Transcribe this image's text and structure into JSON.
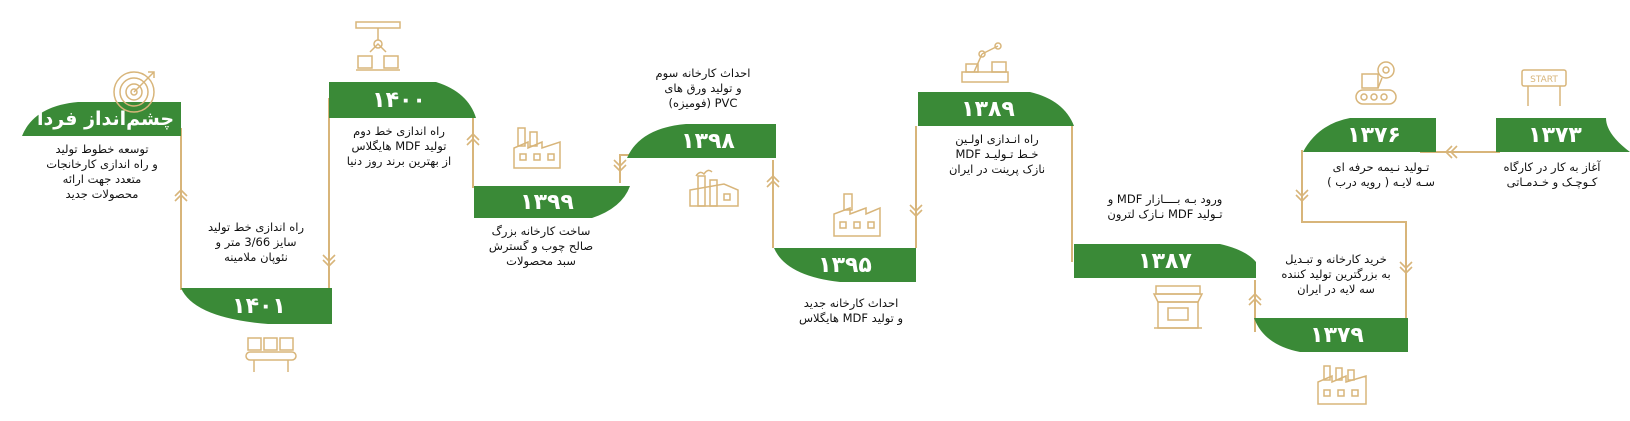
{
  "colors": {
    "green": "#3a8a37",
    "gold": "#d8b57a",
    "text": "#111111"
  },
  "vision": {
    "title": "چشم‌انداز فردا",
    "description": "توسعه خطوط تولید\nو راه اندازی کارخانجات\nمتعدد جهت ارائه\nمحصولات جدید",
    "icon": "target-icon"
  },
  "milestones": [
    {
      "year": "۱۳۷۳",
      "description": "آغاز به کار در کارگاه\nکـوچـک و خـدمـاتی",
      "icon": "start-sign-icon"
    },
    {
      "year": "۱۳۷۶",
      "description": "تـولید نـیمه حرفه ای\nسـه لایـه ( رویه درب )",
      "icon": "conveyor-robot-icon"
    },
    {
      "year": "۱۳۷۹",
      "description": "خرید کارخانه و تبـدیل\nبه بزرگترین تولید کننده\nسه لایه در ایران",
      "icon": "factory-icon"
    },
    {
      "year": "۱۳۸۷",
      "description": "ورود بـه بــــازار MDF و\nتـولید MDF  نـازک لترون",
      "icon": "shop-icon"
    },
    {
      "year": "۱۳۸۹",
      "description": "راه انـدازی اولـین\nخـط تـولیـد MDF\nنازک پرینت در ایران",
      "icon": "robot-arm-icon"
    },
    {
      "year": "۱۳۹۵",
      "description": "احداث کارخانه جدید\nو تولید MDF هایگلاس",
      "icon": "factory-icon"
    },
    {
      "year": "۱۳۹۸",
      "description": "احداث کارخانه سوم\nو تولید ورق های\nPVC  (فومیزه)",
      "icon": "chimney-factory-icon"
    },
    {
      "year": "۱۳۹۹",
      "description": "ساخت کارخانه بزرگ\nصالح چوب و گسترش\nسبد محصولات",
      "icon": "factory-icon"
    },
    {
      "year": "۱۴۰۰",
      "description": "راه اندازی خط دوم\nتولید MDF هایگلاس\nاز بهترین برند روز دنیا",
      "icon": "gantry-robot-icon"
    },
    {
      "year": "۱۴۰۱",
      "description": "راه اندازی خط تولید\nسایز 3/66 متر و\nنئوپان ملامینه",
      "icon": "conveyor-boxes-icon"
    }
  ]
}
